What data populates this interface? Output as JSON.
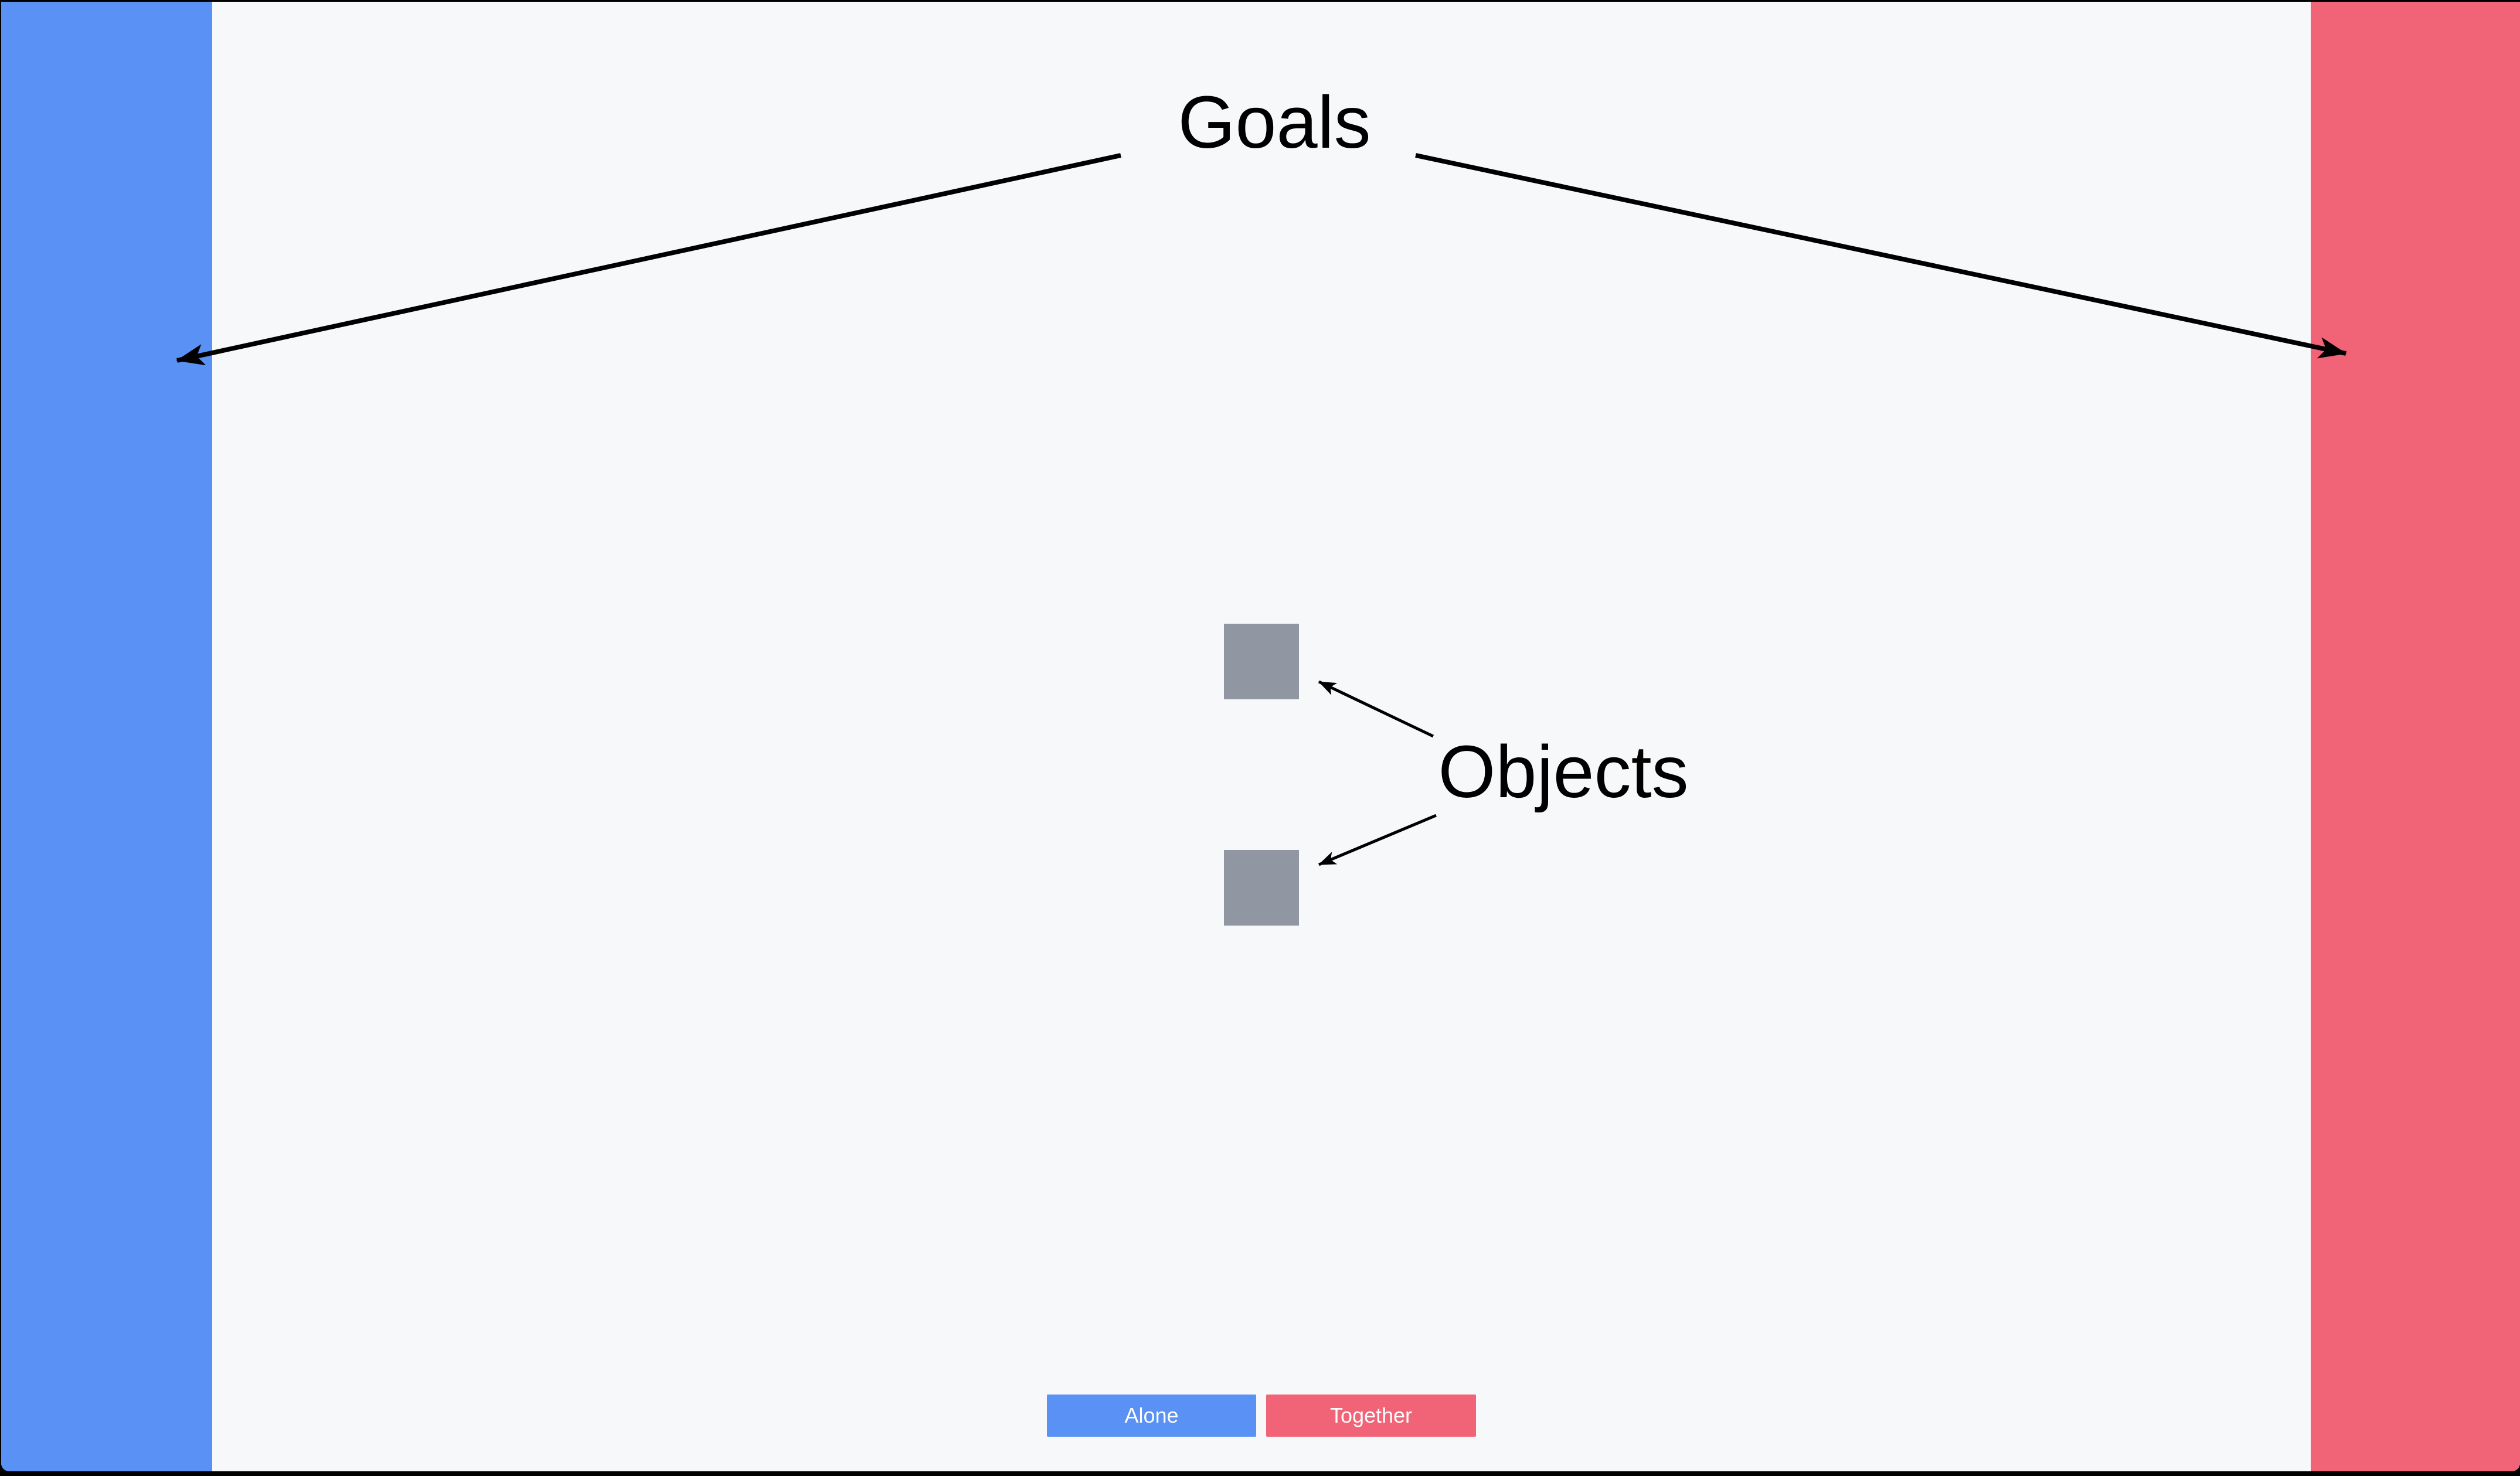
{
  "canvas": {
    "background_color": "#F7F8FA",
    "frame_color": "#000000",
    "annotation_color": "#000000"
  },
  "annotations": {
    "goals_label": "Goals",
    "objects_label": "Objects"
  },
  "goal_zones": {
    "left": {
      "name": "blue-goal-zone",
      "color": "#5991F4"
    },
    "right": {
      "name": "red-goal-zone",
      "color": "#F16377"
    }
  },
  "objects": {
    "count": 2,
    "color": "#9196A3"
  },
  "mode_buttons": {
    "alone": {
      "label": "Alone",
      "color": "#5991F4",
      "text_color": "#FFFFFF"
    },
    "together": {
      "label": "Together",
      "color": "#F16377",
      "text_color": "#FFFFFF"
    }
  }
}
